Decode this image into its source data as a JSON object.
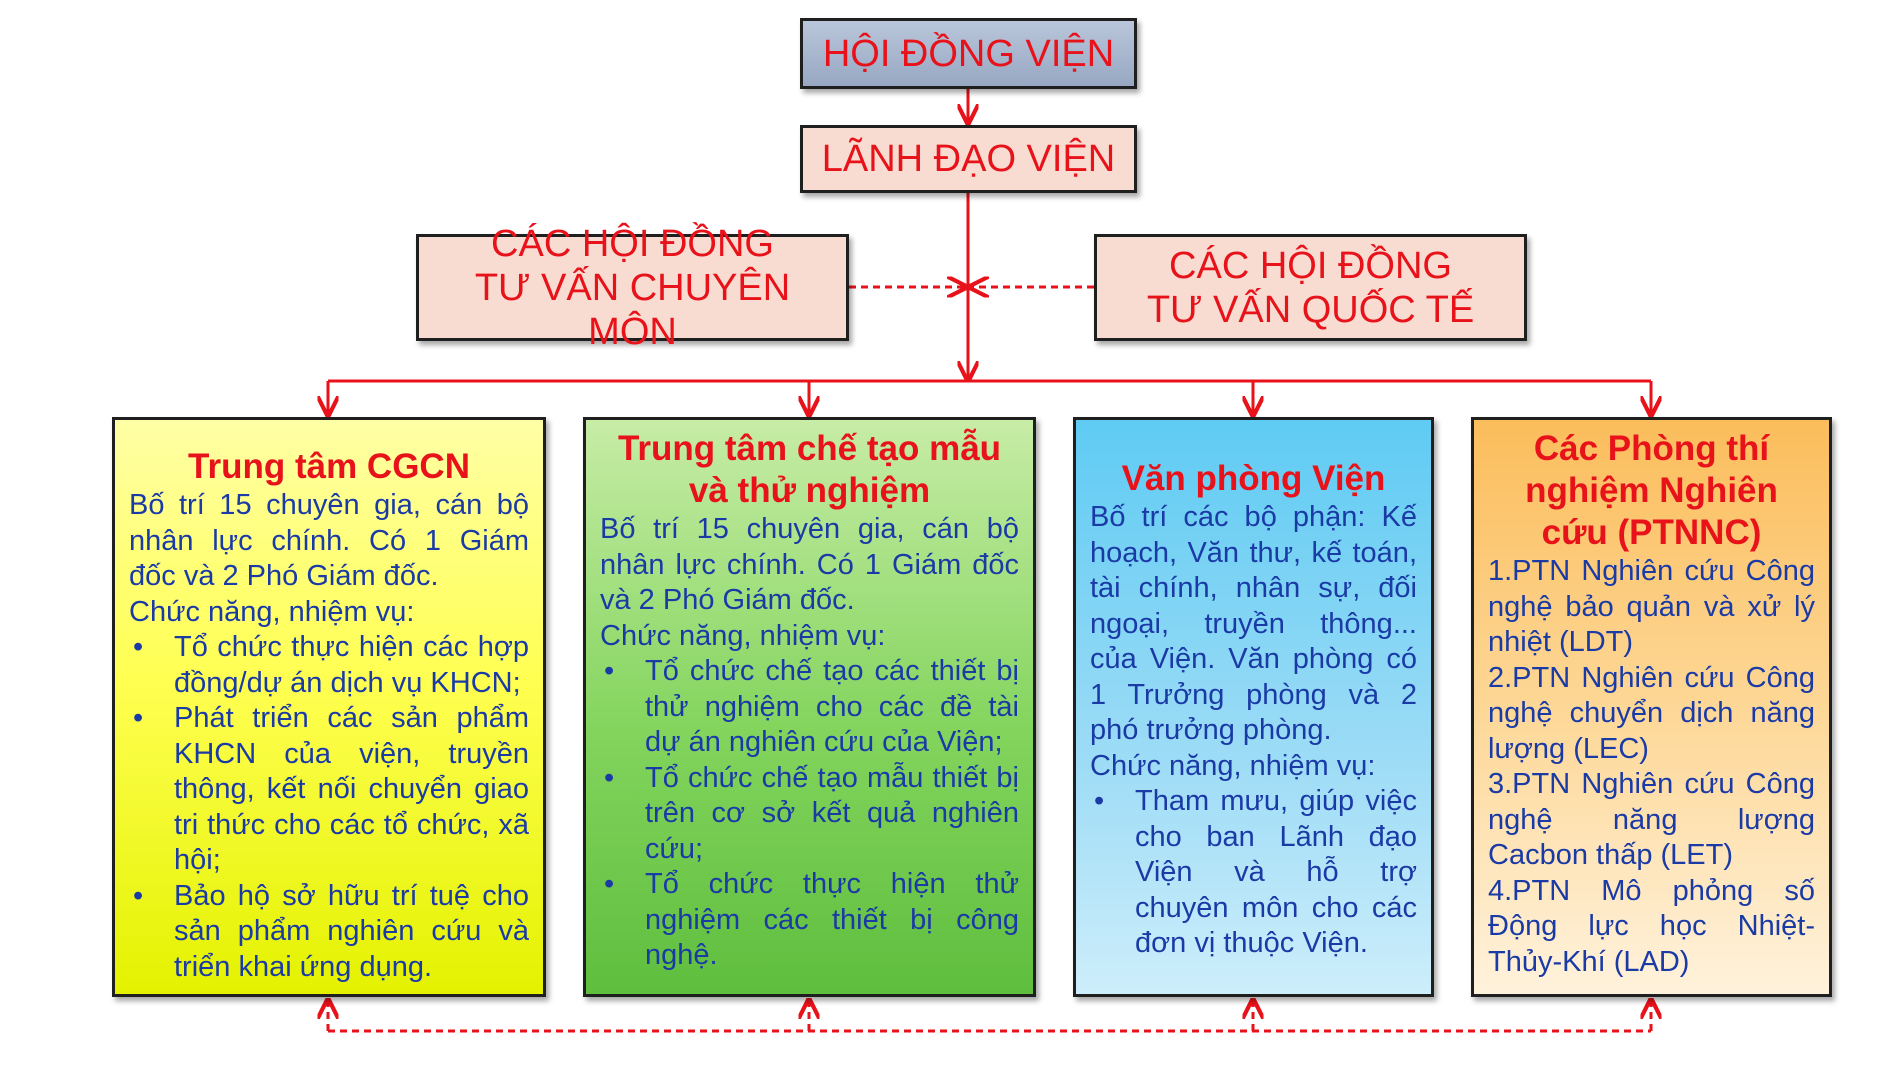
{
  "top": {
    "council": "HỘI ĐỒNG VIỆN",
    "leadership": "LÃNH ĐẠO VIỆN"
  },
  "advisory": {
    "professional": "CÁC HỘI ĐỒNG TƯ VẤN CHUYÊN MÔN",
    "international": "CÁC HỘI ĐỒNG TƯ VẤN QUỐC TẾ"
  },
  "units": {
    "cgcn": {
      "title": "Trung tâm CGCN",
      "staff": "Bố trí 15 chuyên gia, cán bộ nhân lực chính. Có 1 Giám đốc và 2 Phó Giám đốc.",
      "functions_label": "Chức năng, nhiệm vụ:",
      "bullets": [
        "Tổ chức thực hiện các hợp đồng/dự án dịch vụ KHCN;",
        "Phát triển các sản phẩm KHCN của viện, truyền thông, kết nối chuyển giao tri thức cho các tổ chức, xã hội;",
        "Bảo hộ sở hữu trí tuệ cho sản phẩm nghiên cứu và triển khai ứng dụng."
      ]
    },
    "prototype": {
      "title": "Trung tâm chế tạo mẫu và thử nghiệm",
      "staff": "Bố trí 15 chuyên gia, cán bộ nhân lực chính. Có 1 Giám đốc và 2 Phó Giám đốc.",
      "functions_label": "Chức năng, nhiệm vụ:",
      "bullets": [
        "Tổ chức chế tạo các thiết bị thử nghiệm cho các đề tài dự án nghiên cứu của Viện;",
        "Tổ chức chế tạo mẫu thiết bị trên cơ sở kết quả nghiên cứu;",
        "Tổ chức thực hiện thử nghiệm các thiết bị công nghệ."
      ]
    },
    "office": {
      "title": "Văn phòng Viện",
      "staff": "Bố trí các bộ phận: Kế hoạch, Văn thư, kế toán, tài chính, nhân sự, đối ngoại, truyền thông... của Viện. Văn phòng có 1 Trưởng phòng và 2 phó trưởng phòng.",
      "functions_label": "Chức năng, nhiệm vụ:",
      "bullets": [
        "Tham mưu, giúp việc cho ban Lãnh đạo Viện và hỗ trợ chuyên môn cho các đơn vị thuộc Viện."
      ]
    },
    "labs": {
      "title": "Các Phòng thí nghiệm Nghiên cứu (PTNNC)",
      "items": [
        "1.PTN Nghiên cứu Công nghệ bảo quản và xử lý nhiệt (LDT)",
        "2.PTN Nghiên cứu Công nghệ chuyển dịch năng lượng (LEC)",
        "3.PTN Nghiên cứu Công nghệ năng lượng Cacbon thấp (LET)",
        "4.PTN Mô phỏng số Động lực học Nhiệt-Thủy-Khí (LAD)"
      ]
    }
  },
  "colors": {
    "arrow": "#e8121a",
    "title_text": "#e8121a",
    "body_text": "#1a3aa6"
  }
}
